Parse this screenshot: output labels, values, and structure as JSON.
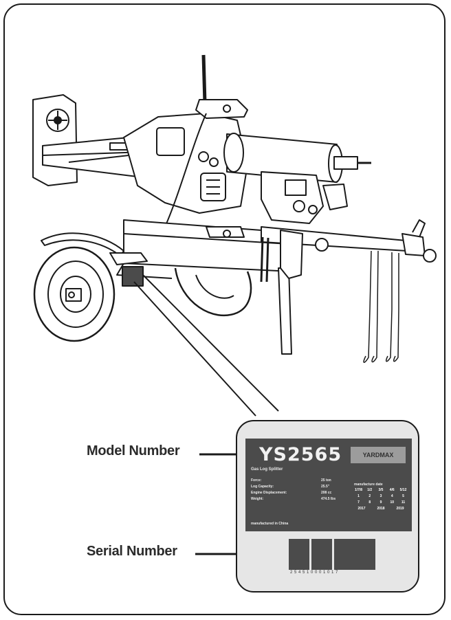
{
  "callouts": {
    "model_label": "Model Number",
    "serial_label": "Serial Number"
  },
  "plate": {
    "model": "YS2565",
    "subtitle": "Gas Log Splitter",
    "brand": "YARDMAX",
    "specs": [
      {
        "name": "Force:",
        "value": "25 ton"
      },
      {
        "name": "Log Capacity:",
        "value": "25.5\""
      },
      {
        "name": "Engine Displacement:",
        "value": "208 cc"
      },
      {
        "name": "Weight:",
        "value": "474.5 lbs"
      }
    ],
    "manufacture_label": "manufacture date",
    "calendar": [
      [
        "1/7/8",
        "1/2",
        "3/5",
        "4/6",
        "5/12"
      ],
      [
        "1",
        "2",
        "3",
        "4",
        "5"
      ],
      [
        "7",
        "8",
        "9",
        "10",
        "11"
      ],
      [
        "2017",
        "2018",
        "2019"
      ]
    ],
    "footer": "manufactured in China",
    "serial_digits": "2 5 4 5 1 0 0 0 1 0 1 7"
  },
  "colors": {
    "outline": "#1a1a1a",
    "plate": "#4b4b4b",
    "tag_bg": "#e6e6e6",
    "brand_bg": "#9c9c9c"
  }
}
